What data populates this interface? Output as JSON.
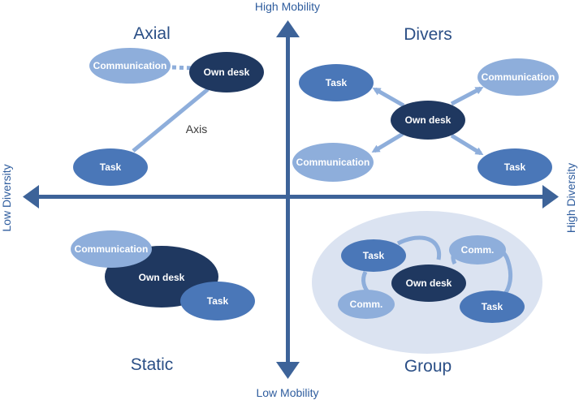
{
  "axes": {
    "top": "High Mobility",
    "bottom": "Low Mobility",
    "left": "Low Diversity",
    "right": "High Diversity"
  },
  "quadrants": {
    "axial": {
      "title": "Axial",
      "communication": "Communication",
      "own_desk": "Own desk",
      "axis": "Axis",
      "task": "Task"
    },
    "divers": {
      "title": "Divers",
      "task_tl": "Task",
      "communication_tr": "Communication",
      "own_desk": "Own desk",
      "communication_bl": "Communication",
      "task_br": "Task"
    },
    "static": {
      "title": "Static",
      "communication": "Communication",
      "own_desk": "Own desk",
      "task": "Task"
    },
    "group": {
      "title": "Group",
      "task_tl": "Task",
      "comm_tr": "Comm.",
      "own_desk": "Own desk",
      "comm_bl": "Comm.",
      "task_br": "Task"
    }
  },
  "colors": {
    "dark": "#1f3860",
    "medium": "#4a77b8",
    "light": "#8eaedb",
    "axis": "#3d6399",
    "group_bg": "#dbe3f1"
  }
}
